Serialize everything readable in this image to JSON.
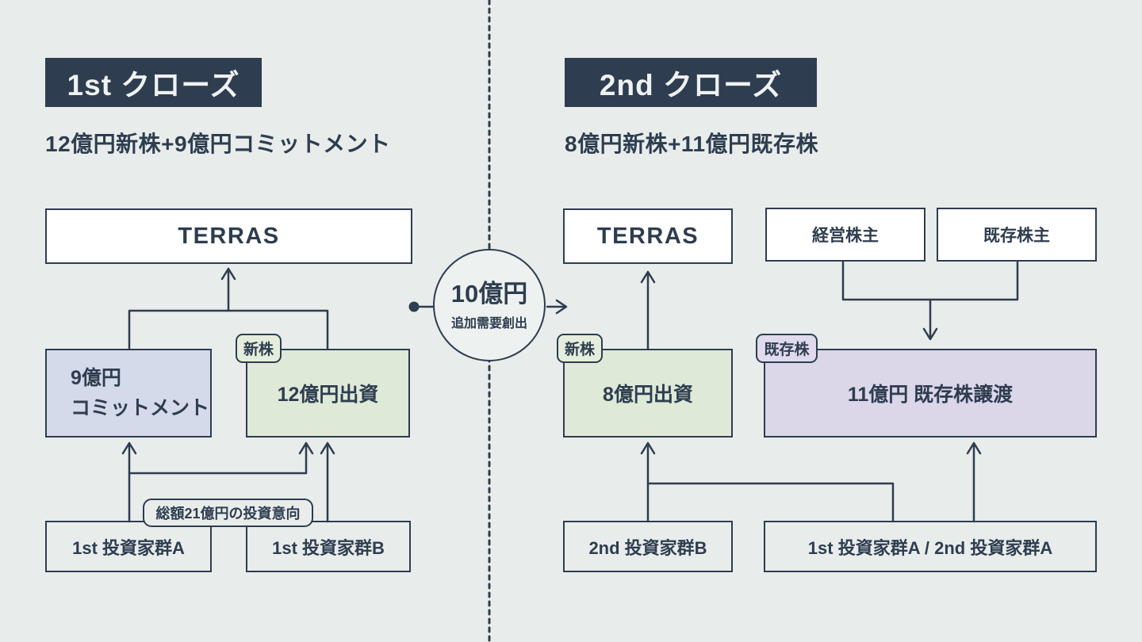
{
  "colors": {
    "background": "#e8edec",
    "navy": "#2e3d4f",
    "badge_text": "#eef1f1",
    "white_box": "#ffffff",
    "green_box": "#dfe9d8",
    "green_tag": "#e5eedd",
    "lavender_box": "#d4daea",
    "purple_box": "#dcd6e9",
    "purple_tag": "#e0daee"
  },
  "left": {
    "badge": "1st クローズ",
    "subtitle": "12億円新株+9億円コミットメント",
    "terras": "TERRAS",
    "commit_box": {
      "line1": "9億円",
      "line2": "コミットメント"
    },
    "invest_box": "12億円出資",
    "tag_new": "新株",
    "investor_a": "1st 投資家群A",
    "investor_b": "1st 投資家群B",
    "intent_label": "総額21億円の投資意向"
  },
  "center": {
    "circle_title": "10億円",
    "circle_sub": "追加需要創出"
  },
  "right": {
    "badge": "2nd クローズ",
    "subtitle": "8億円新株+11億円既存株",
    "terras": "TERRAS",
    "mgmt_shareholders": "経営株主",
    "existing_shareholders": "既存株主",
    "tag_new": "新株",
    "tag_existing": "既存株",
    "invest_box": "8億円出資",
    "transfer_box": "11億円 既存株譲渡",
    "investor_b": "2nd 投資家群B",
    "investor_a": "1st 投資家群A / 2nd 投資家群A"
  }
}
